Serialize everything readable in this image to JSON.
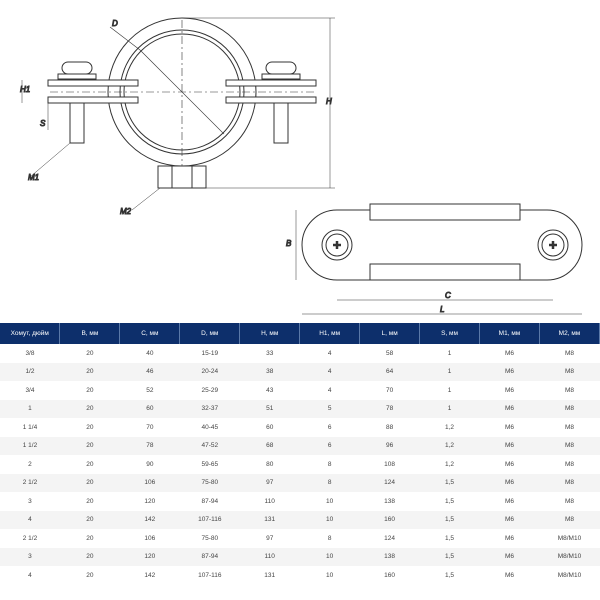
{
  "labels": {
    "D": "D",
    "H1": "H1",
    "S": "S",
    "M1": "M1",
    "M2": "M2",
    "H": "H",
    "B": "B",
    "C": "C",
    "L": "L"
  },
  "table": {
    "headers": [
      "Хомут, дюйм",
      "B, мм",
      "C, мм",
      "D, мм",
      "H, мм",
      "H1, мм",
      "L, мм",
      "S, мм",
      "M1, мм",
      "M2, мм"
    ],
    "rows": [
      [
        "3/8",
        "20",
        "40",
        "15-19",
        "33",
        "4",
        "58",
        "1",
        "M6",
        "M8"
      ],
      [
        "1/2",
        "20",
        "46",
        "20-24",
        "38",
        "4",
        "64",
        "1",
        "M6",
        "M8"
      ],
      [
        "3/4",
        "20",
        "52",
        "25-29",
        "43",
        "4",
        "70",
        "1",
        "M6",
        "M8"
      ],
      [
        "1",
        "20",
        "60",
        "32-37",
        "51",
        "5",
        "78",
        "1",
        "M6",
        "M8"
      ],
      [
        "1 1/4",
        "20",
        "70",
        "40-45",
        "60",
        "6",
        "88",
        "1,2",
        "M6",
        "M8"
      ],
      [
        "1 1/2",
        "20",
        "78",
        "47-52",
        "68",
        "6",
        "96",
        "1,2",
        "M6",
        "M8"
      ],
      [
        "2",
        "20",
        "90",
        "59-65",
        "80",
        "8",
        "108",
        "1,2",
        "M6",
        "M8"
      ],
      [
        "2 1/2",
        "20",
        "106",
        "75-80",
        "97",
        "8",
        "124",
        "1,5",
        "M6",
        "M8"
      ],
      [
        "3",
        "20",
        "120",
        "87-94",
        "110",
        "10",
        "138",
        "1,5",
        "M6",
        "M8"
      ],
      [
        "4",
        "20",
        "142",
        "107-116",
        "131",
        "10",
        "160",
        "1,5",
        "M6",
        "M8"
      ],
      [
        "2 1/2",
        "20",
        "106",
        "75-80",
        "97",
        "8",
        "124",
        "1,5",
        "M6",
        "M8/M10"
      ],
      [
        "3",
        "20",
        "120",
        "87-94",
        "110",
        "10",
        "138",
        "1,5",
        "M6",
        "M8/M10"
      ],
      [
        "4",
        "20",
        "142",
        "107-116",
        "131",
        "10",
        "160",
        "1,5",
        "M6",
        "M8/M10"
      ]
    ]
  }
}
